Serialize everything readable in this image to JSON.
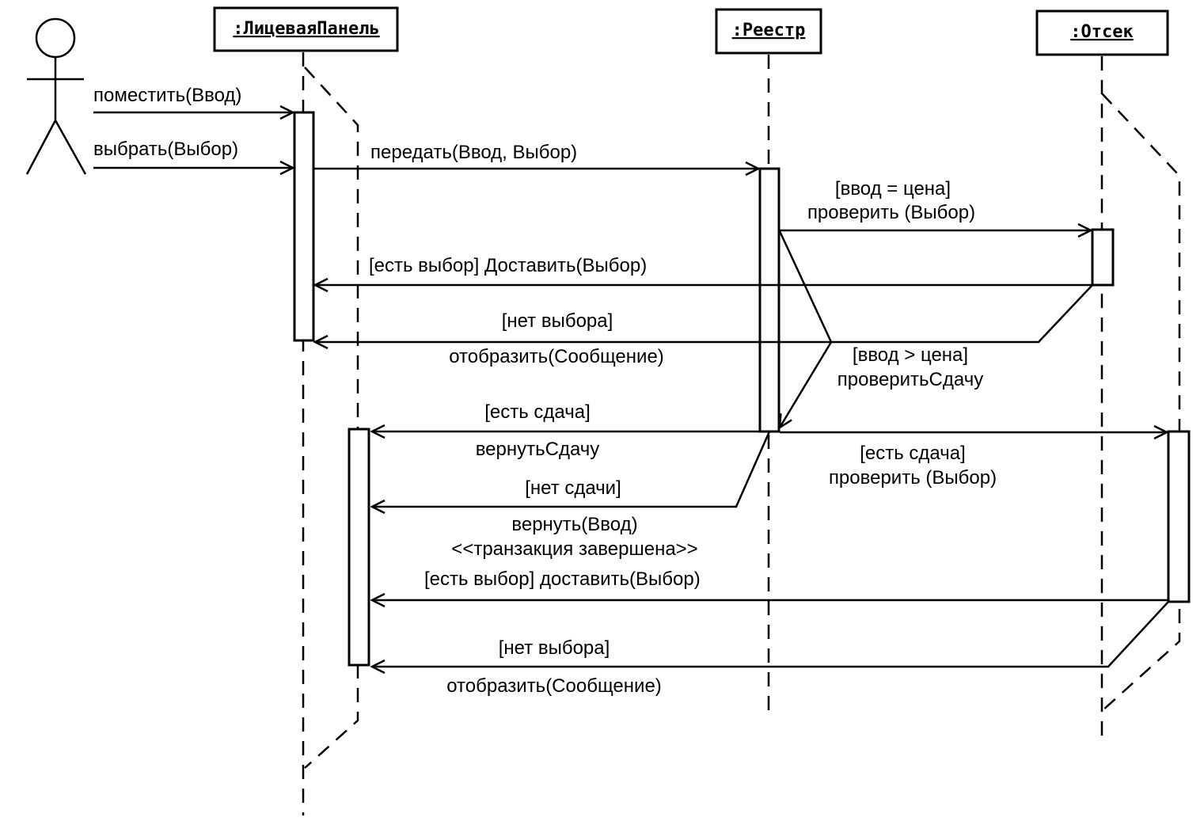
{
  "objects": {
    "panel": ":ЛицеваяПанель",
    "registry": ":Реестр",
    "bin": ":Отсек"
  },
  "messages": {
    "m1": "поместить(Ввод)",
    "m2": "выбрать(Выбор)",
    "m3": "передать(Ввод, Выбор)",
    "m4a": "[ввод = цена]",
    "m4b": "проверить (Выбор)",
    "m5": "[есть выбор] Доставить(Выбор)",
    "m6a": "[нет выбора]",
    "m6b": "отобразить(Сообщение)",
    "m7a": "[ввод > цена]",
    "m7b": "проверитьСдачу",
    "m8a": "[есть сдача]",
    "m8b": "вернутьСдачу",
    "m9a": "[есть сдача]",
    "m9b": "проверить (Выбор)",
    "m10": "[нет сдачи]",
    "m11a": "вернуть(Ввод)",
    "m11b": "<<транзакция завершена>>",
    "m12": "[есть выбор] доставить(Выбор)",
    "m13a": "[нет выбора]",
    "m13b": "отобразить(Сообщение)"
  }
}
